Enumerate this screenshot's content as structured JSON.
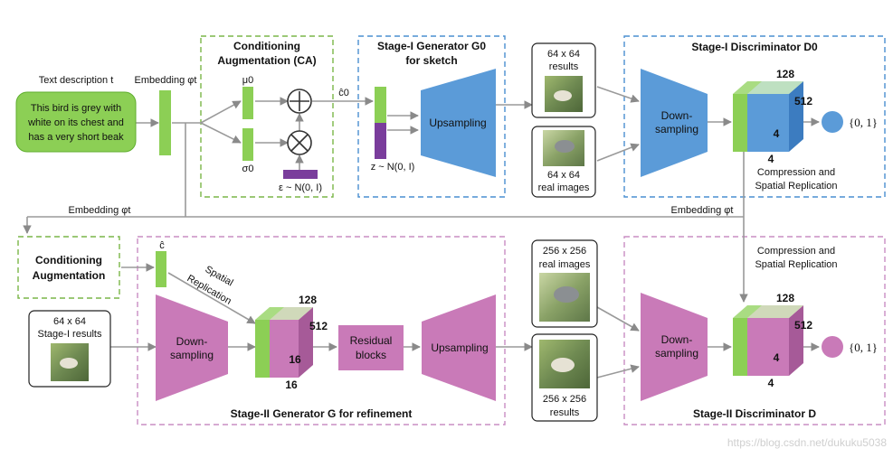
{
  "colors": {
    "green": "#8ccf55",
    "green_dark": "#5fae2e",
    "purple": "#7a3d9c",
    "blue": "#5b9bd8",
    "blue_dark": "#3c7cc0",
    "pink": "#c97ab8",
    "pink_dark": "#a65a98",
    "arrow": "#9a9a9a",
    "stage1_border": "#4a8fd0",
    "stage2_border": "#c98dc3",
    "ca_border": "#7ab648"
  },
  "text_description": {
    "heading": "Text description t",
    "lines": [
      "This bird is grey with",
      "white on its chest and",
      "has a very short beak"
    ]
  },
  "embedding_top": "Embedding φt",
  "ca_box": {
    "title_lines": [
      "Conditioning",
      "Augmentation (CA)"
    ],
    "mu": "μ0",
    "sigma": "σ0",
    "epsilon": "ε ~ N(0, I)",
    "c_hat": "ĉ0"
  },
  "stage1_gen": {
    "title_lines": [
      "Stage-I Generator G0",
      "for sketch"
    ],
    "z_label": "z ~ N(0, I)",
    "upsampling": "Upsampling"
  },
  "stage1_results": {
    "top_lines": [
      "64 x 64",
      "results"
    ],
    "bottom_lines": [
      "64 x 64",
      "real images"
    ]
  },
  "stage1_disc": {
    "title": "Stage-I Discriminator D0",
    "downsampling_lines": [
      "Down-",
      "sampling"
    ],
    "dim_128": "128",
    "dim_512": "512",
    "dim_4a": "4",
    "dim_4b": "4",
    "output": "{0, 1}",
    "compression_lines": [
      "Compression and",
      "Spatial Replication"
    ]
  },
  "middle": {
    "embedding_left": "Embedding φt",
    "embedding_right": "Embedding φt"
  },
  "stage2_ca": {
    "title_lines": [
      "Conditioning",
      "Augmentation"
    ],
    "c_hat": "ĉ",
    "spatial_lines": [
      "Spatial",
      "Replication"
    ]
  },
  "stage2_input": {
    "lines": [
      "64 x 64",
      "Stage-I results"
    ]
  },
  "stage2_gen": {
    "title": "Stage-II Generator G for refinement",
    "downsampling_lines": [
      "Down-",
      "sampling"
    ],
    "dim_128": "128",
    "dim_512": "512",
    "dim_16a": "16",
    "dim_16b": "16",
    "residual_lines": [
      "Residual",
      "blocks"
    ],
    "upsampling": "Upsampling"
  },
  "stage2_images": {
    "top_lines": [
      "256 x 256",
      "real images"
    ],
    "bottom_lines": [
      "256 x 256",
      "results"
    ]
  },
  "stage2_disc": {
    "title": "Stage-II Discriminator D",
    "compression_lines": [
      "Compression and",
      "Spatial Replication"
    ],
    "downsampling_lines": [
      "Down-",
      "sampling"
    ],
    "dim_128": "128",
    "dim_512": "512",
    "dim_4a": "4",
    "dim_4b": "4",
    "output": "{0, 1}"
  },
  "watermark": "https://blog.csdn.net/dukuku5038"
}
